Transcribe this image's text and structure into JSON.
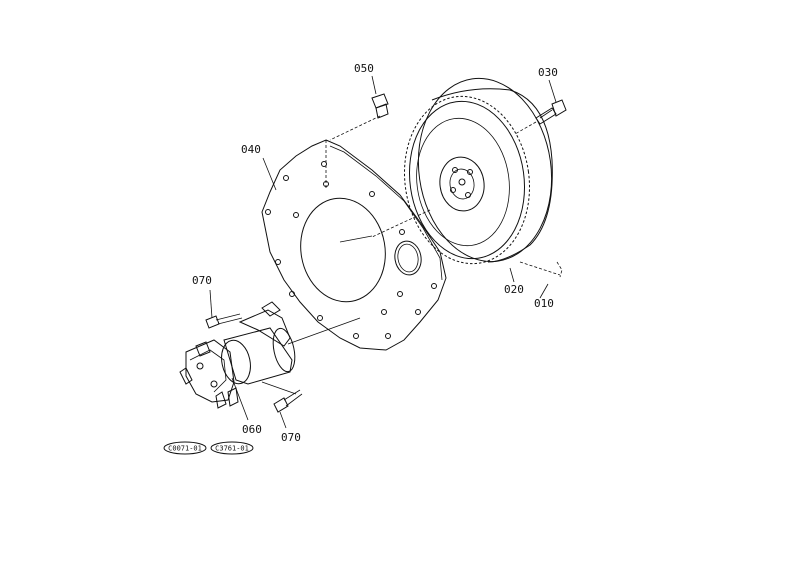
{
  "parts": [
    {
      "id": "p010",
      "label": "010"
    },
    {
      "id": "p020",
      "label": "020"
    },
    {
      "id": "p030",
      "label": "030"
    },
    {
      "id": "p040",
      "label": "040"
    },
    {
      "id": "p050",
      "label": "050"
    },
    {
      "id": "p060",
      "label": "060"
    },
    {
      "id": "p070a",
      "label": "070"
    },
    {
      "id": "p070b",
      "label": "070"
    }
  ],
  "codes": [
    {
      "id": "code1",
      "label": "C0071-01"
    },
    {
      "id": "code2",
      "label": "C3761-01"
    }
  ]
}
